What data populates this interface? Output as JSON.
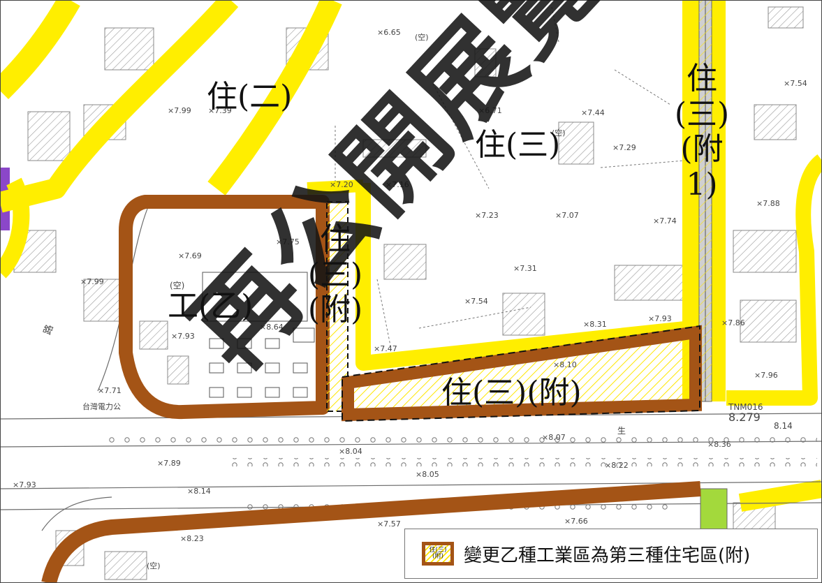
{
  "map": {
    "colors": {
      "road_yellow": "#ffee00",
      "industrial_brown": "#a45416",
      "park_green": "#a3d93c",
      "purple_zone": "#8b47c9",
      "hatch_gray": "#9a9a9a",
      "linework": "#6b6b6b"
    },
    "watermark": "再公開展覽",
    "zones": {
      "res2": "住(二)",
      "res3_center": "住(三)",
      "res3_fu1": [
        "住",
        "(三)",
        "(附1)"
      ],
      "res3_fu_vertical": [
        "住",
        "(三)",
        "(附)"
      ],
      "ind_b": "工(乙)",
      "res3_fu_strip": "住(三)(附)"
    },
    "place_text": {
      "road_label": "路",
      "company_label": "台灣電力公",
      "street_char": "生",
      "vacant": "(空)",
      "benchmark": "TNM016",
      "benchmark_height": "8.279",
      "benchmark_height2": "8.14"
    },
    "elevations": [
      "×6.65",
      "×6.71",
      "×7.99",
      "×7.39",
      "×7.44",
      "×7.29",
      "×7.54",
      "×7.20",
      "×7.16",
      "×7.23",
      "×7.07",
      "×7.74",
      "×7.69",
      "×7.75",
      "×7.99",
      "×7.31",
      "×7.54",
      "×7.93",
      "×8.64",
      "×7.47",
      "×8.31",
      "×7.93",
      "×7.86",
      "×7.88",
      "×7.96",
      "×8.10",
      "×7.71",
      "×8.04",
      "×8.07",
      "×8.36",
      "×7.89",
      "×8.22",
      "×7.93",
      "×8.05",
      "×8.14",
      "×7.57",
      "×7.66",
      "×8.23"
    ]
  },
  "legend": {
    "swatch_top": "住(三)",
    "swatch_bottom": "(附)",
    "text": "變更乙種工業區為第三種住宅區(附)"
  }
}
